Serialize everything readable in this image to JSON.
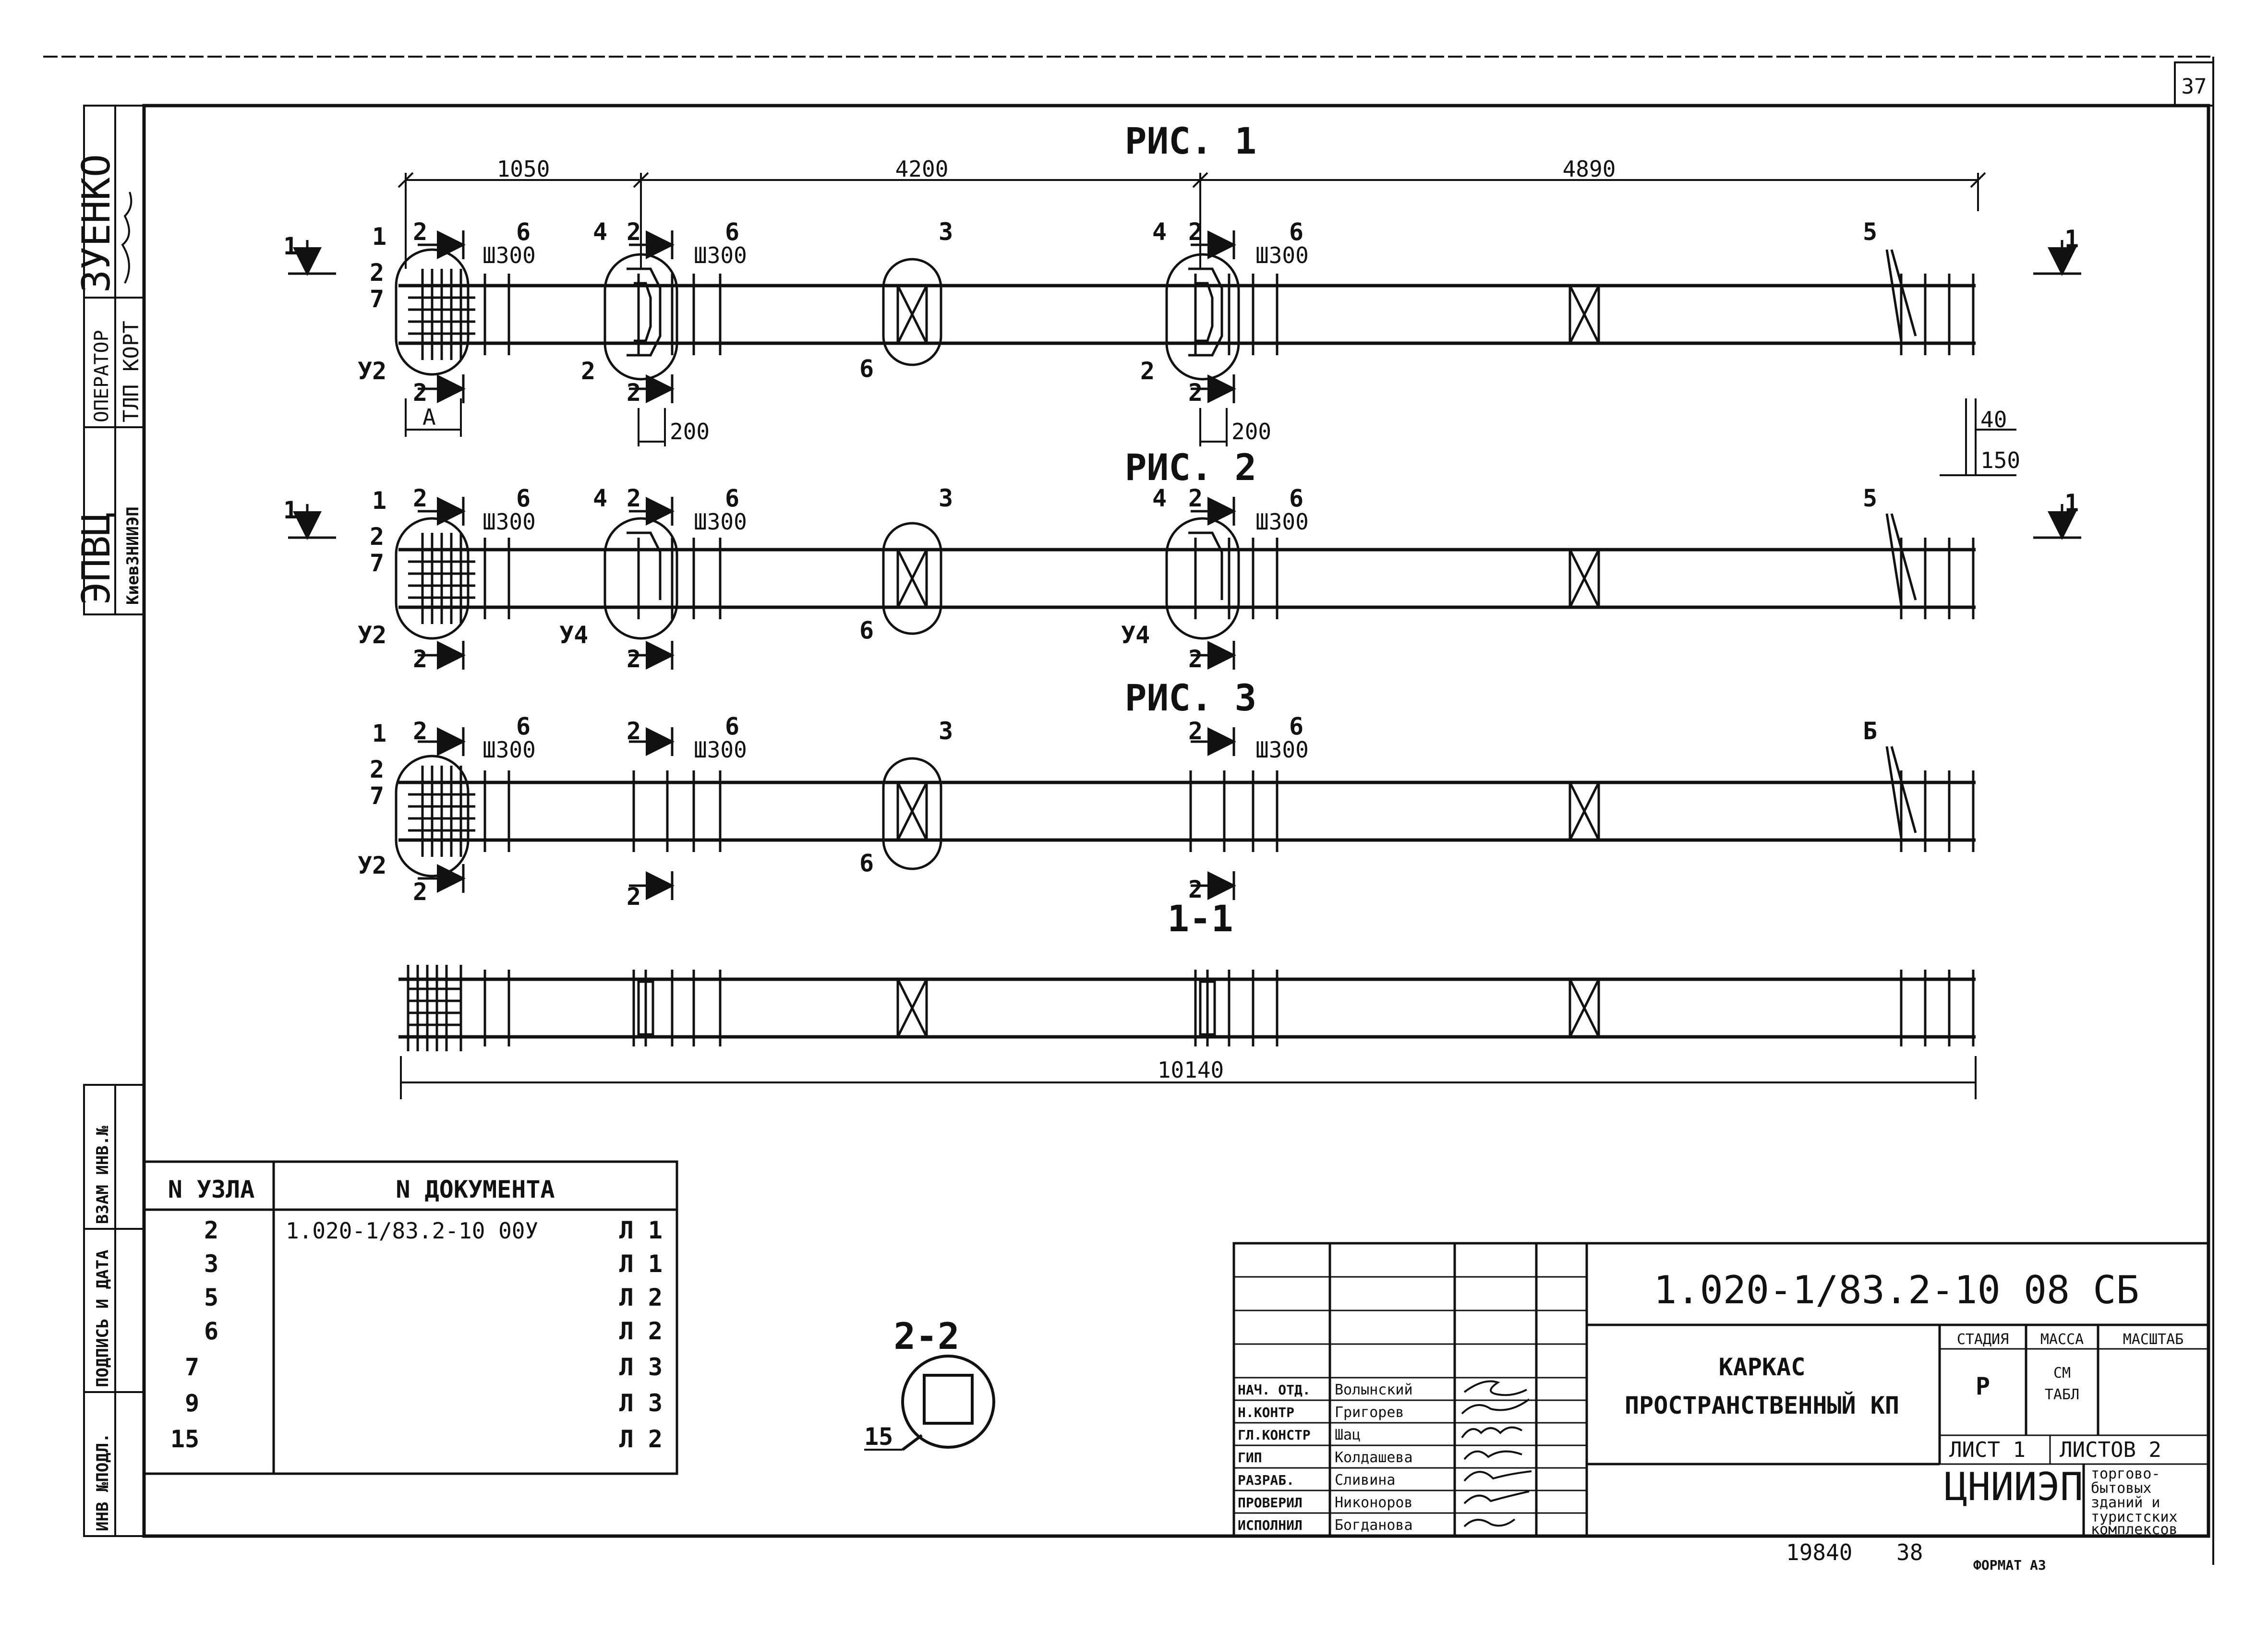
{
  "sheet_number": "37",
  "figures": {
    "fig1": "РИС. 1",
    "fig2": "РИС. 2",
    "fig3": "РИС. 3",
    "section_1_1": "1-1",
    "section_2_2": "2-2"
  },
  "dimensions": {
    "d1050": "1050",
    "d4200": "4200",
    "d4890": "4890",
    "d200a": "200",
    "d200b": "200",
    "d10140": "10140",
    "d40": "40",
    "d150": "150",
    "a_mark": "А",
    "spacing": "Ш300"
  },
  "marks": {
    "n1": "1",
    "n2": "2",
    "n3": "3",
    "n4": "4",
    "n5": "5",
    "n6": "6",
    "n7": "7",
    "u2": "У2",
    "u4": "У4",
    "n15": "15",
    "b5": "Б"
  },
  "side_stamp": {
    "org": "ЭПВЦ",
    "org_sub": "КиевЗНИИЭП",
    "operator_label": "ОПЕРАТОР",
    "operator": "ТЛП КОРТ",
    "name": "ЗУЕНКО",
    "field1": "ВЗАМ ИНВ.№",
    "field2": "ПОДПИСЬ И ДАТА",
    "field3": "ИНВ №ПОДЛ."
  },
  "nodes_table": {
    "headers": [
      "N УЗЛА",
      "N ДОКУМЕНТА"
    ],
    "rows": [
      {
        "node": "2",
        "doc": "1.020-1/83.2-10 00У",
        "sheet": "Л 1"
      },
      {
        "node": "3",
        "doc": "",
        "sheet": "Л 1"
      },
      {
        "node": "5",
        "doc": "",
        "sheet": "Л 2"
      },
      {
        "node": "6",
        "doc": "",
        "sheet": "Л 2"
      },
      {
        "node": "7",
        "doc": "",
        "sheet": "Л 3"
      },
      {
        "node": "9",
        "doc": "",
        "sheet": "Л 3"
      },
      {
        "node": "15",
        "doc": "",
        "sheet": "Л 2"
      }
    ]
  },
  "title_block": {
    "code": "1.020-1/83.2-10 08 СБ",
    "title1": "КАРКАС",
    "title2": "ПРОСТРАНСТВЕННЫЙ КП",
    "stage_label": "СТАДИЯ",
    "mass_label": "МАССА",
    "scale_label": "МАСШТАБ",
    "stage": "Р",
    "mass1": "СМ",
    "mass2": "ТАБЛ",
    "sheet_label": "ЛИСТ 1",
    "sheets_label": "ЛИСТОВ 2",
    "org": "ЦНИИЭП",
    "org_sub1": "торгово-",
    "org_sub2": "бытовых",
    "org_sub3": "зданий и",
    "org_sub4": "туристских",
    "org_sub5": "комплексов",
    "staff": [
      {
        "role": "НАЧ. ОТД.",
        "name": "Волынский"
      },
      {
        "role": "Н.КОНТР",
        "name": "Григорев"
      },
      {
        "role": "ГЛ.КОНСТР",
        "name": "Шац"
      },
      {
        "role": "ГИП",
        "name": "Колдашева"
      },
      {
        "role": "РАЗРАБ.",
        "name": "Сливина"
      },
      {
        "role": "ПРОВЕРИЛ",
        "name": "Никоноров"
      },
      {
        "role": "ИСПОЛНИЛ",
        "name": "Богданова"
      }
    ]
  },
  "footer": {
    "num1": "19840",
    "num2": "38",
    "format": "ФОРМАТ А3"
  }
}
